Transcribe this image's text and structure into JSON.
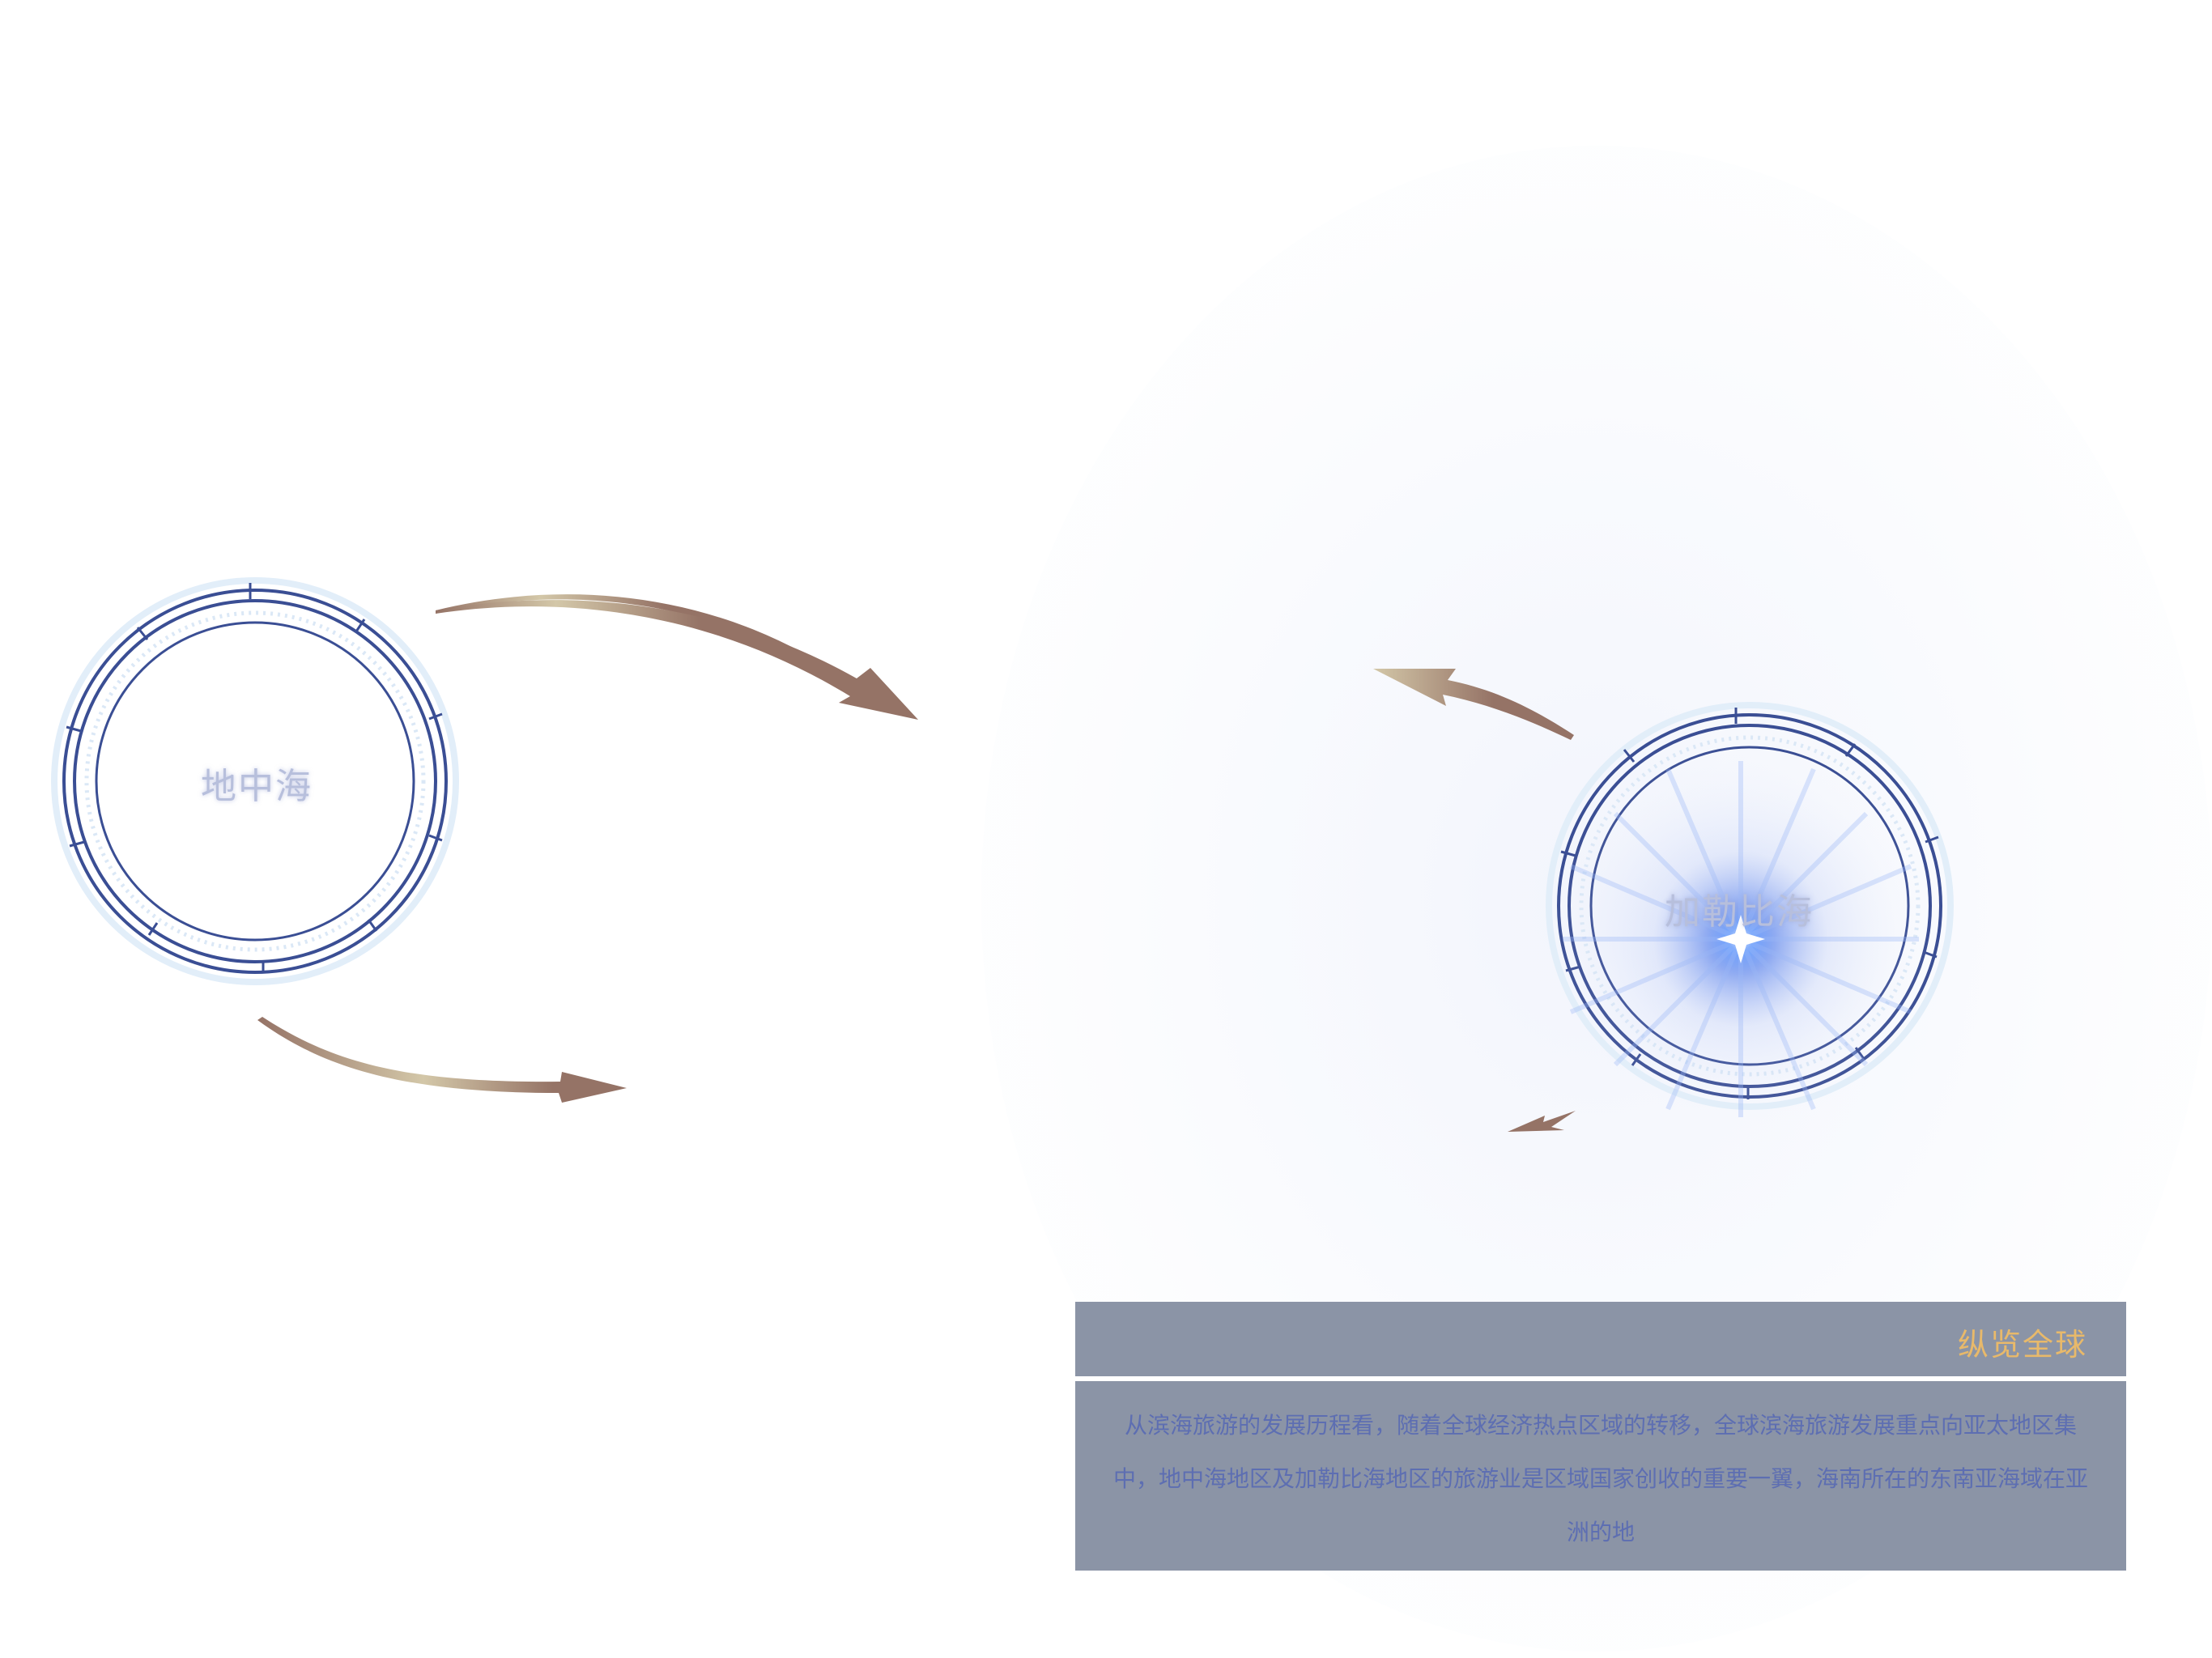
{
  "nodes": {
    "mediterranean": {
      "label": "地中海"
    },
    "caribbean": {
      "label": "加勒比海"
    }
  },
  "info_panel": {
    "title": "纵览全球",
    "body": "从滨海旅游的发展历程看，随着全球经济热点区域的转移，全球滨海旅游发展重点向亚太地区集中，地中海地区及加勒比海地区的旅游业是区域国家创收的重要一翼，海南所在的东南亚海域在亚洲的地"
  },
  "colors": {
    "ring_stroke": "#3a4e94",
    "ring_glow": "#cfe3f7",
    "arrow_dark": "#957366",
    "arrow_light": "#d3c7a8",
    "panel_bg": "#8b94a6",
    "panel_title": "#e8b96a",
    "panel_text": "#5d6eb2",
    "label": "#b7bfdc",
    "star_glow": "#3f6ee8"
  },
  "icons": {
    "ring": "compass-ring-icon",
    "arrow": "curved-arrow-icon",
    "glow": "star-glow-icon"
  }
}
